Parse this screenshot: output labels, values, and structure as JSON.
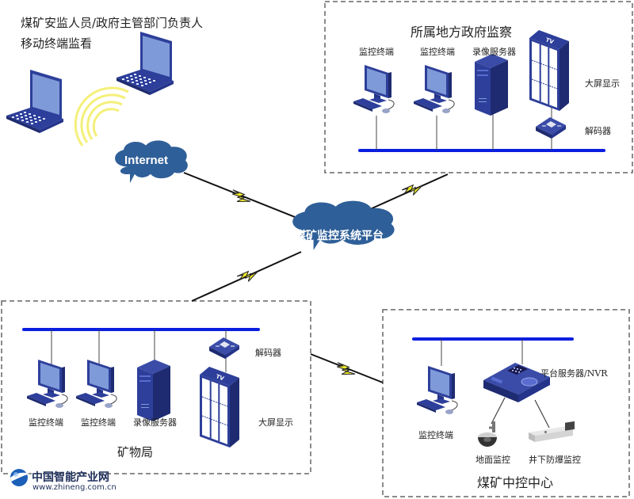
{
  "mobile_note": {
    "line1": "煤矿安监人员/政府主管部门负责人",
    "line2": "移动终端监看"
  },
  "clouds": {
    "internet": "Internet",
    "platform": "煤矿监控系统平台"
  },
  "gov_zone": {
    "title": "所属地方政府监察",
    "terminal1": "监控终端",
    "terminal2": "监控终端",
    "recorder": "录像服务器",
    "big_screen": "大屏显示",
    "decoder": "解码器"
  },
  "bureau_zone": {
    "title": "矿物局",
    "terminal1": "监控终端",
    "terminal2": "监控终端",
    "recorder": "录像服务器",
    "big_screen": "大屏显示",
    "decoder": "解码器"
  },
  "center_zone": {
    "title": "煤矿中控中心",
    "terminal": "监控终端",
    "server": "平台服务器/NVR",
    "ground_cam": "地面监控",
    "underground_cam": "井下防爆监控"
  },
  "watermark": {
    "name": "中国智能产业网",
    "url": "www.zhineng.com.cn"
  },
  "colors": {
    "device_blue": "#2d3f9a",
    "screen_blue": "#7f9ad8",
    "cloud_blue": "#2f5f98",
    "bus_blue": "#0a1ee0",
    "bolt_yellow": "#f2ee2a",
    "dash_gray": "#666666"
  }
}
